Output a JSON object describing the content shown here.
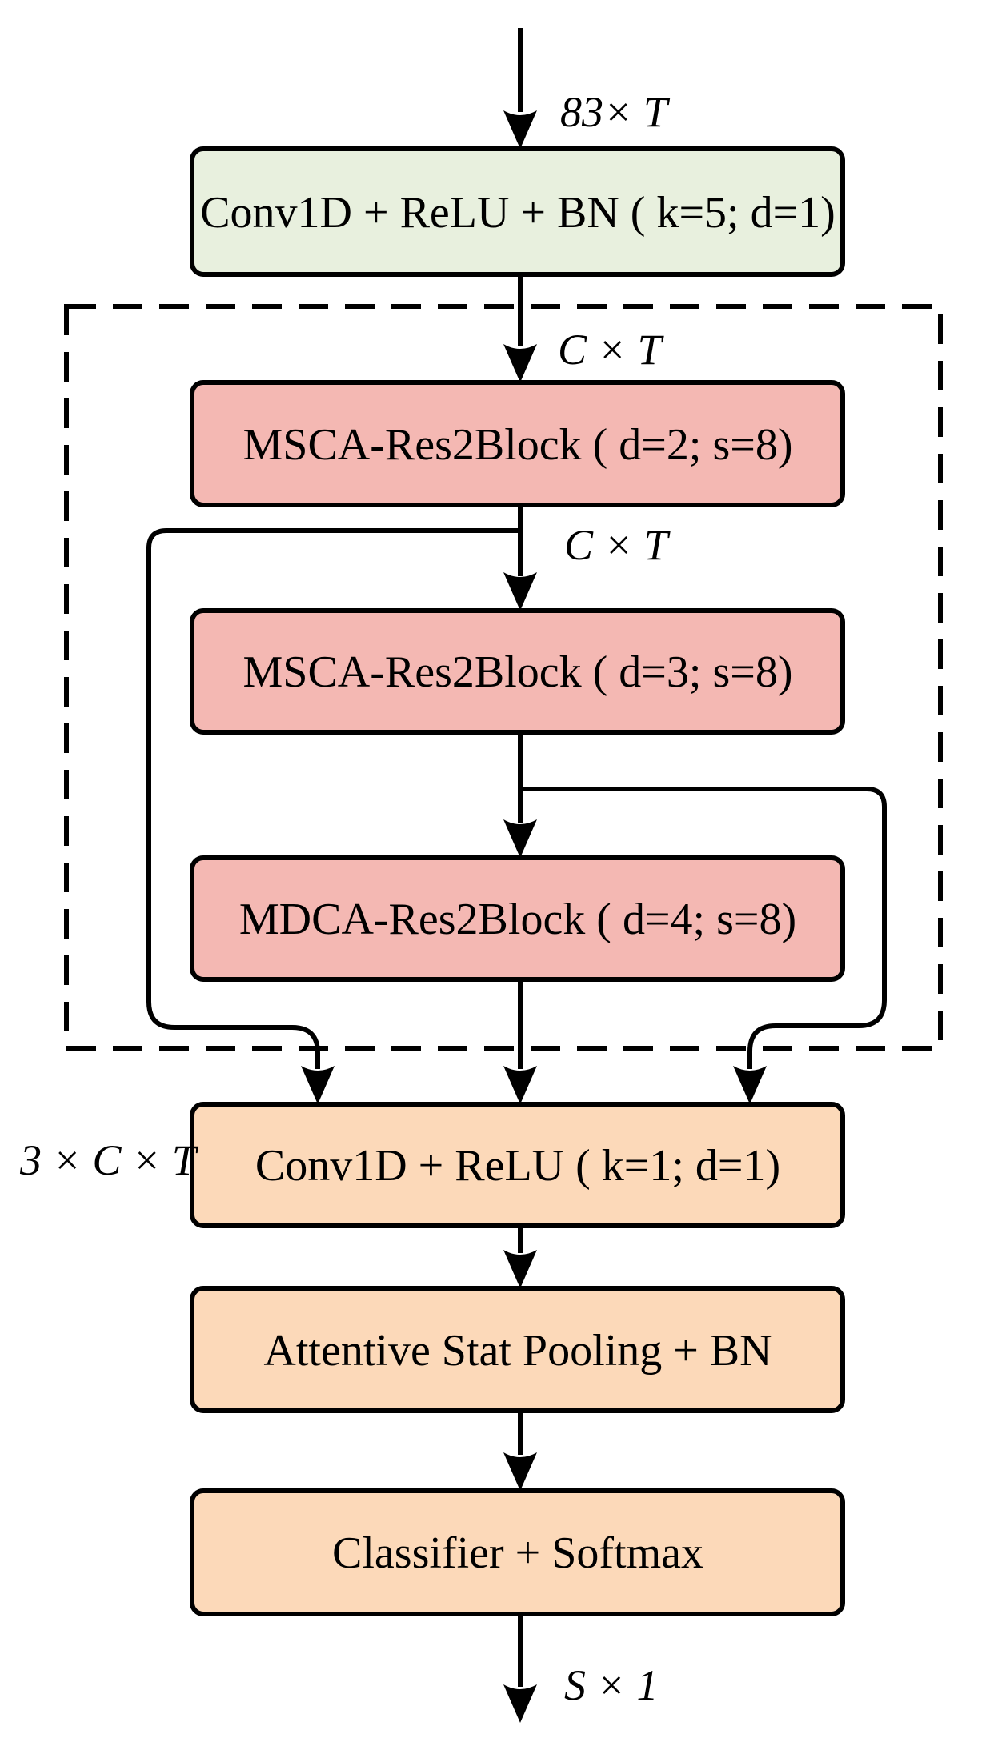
{
  "diagram": {
    "type": "flowchart",
    "background": "#ffffff",
    "line_color": "#000000",
    "blocks": [
      {
        "id": "conv-relu-bn",
        "label": "Conv1D + ReLU + BN ( k=5; d=1)",
        "fill": "#e8f0de"
      },
      {
        "id": "msca-res2block-1",
        "label": "MSCA-Res2Block ( d=2; s=8)",
        "fill": "#f4b8b3"
      },
      {
        "id": "msca-res2block-2",
        "label": "MSCA-Res2Block ( d=3; s=8)",
        "fill": "#f4b8b3"
      },
      {
        "id": "mdca-res2block",
        "label": "MDCA-Res2Block ( d=4; s=8)",
        "fill": "#f4b8b3"
      },
      {
        "id": "conv-relu",
        "label": "Conv1D + ReLU ( k=1; d=1)",
        "fill": "#fcd9b9"
      },
      {
        "id": "attentive-stat-pooling",
        "label": "Attentive Stat Pooling + BN",
        "fill": "#fcd9b9"
      },
      {
        "id": "classifier-softmax",
        "label": "Classifier + Softmax",
        "fill": "#fcd9b9"
      }
    ],
    "annotations": [
      {
        "id": "input-dims",
        "label": "83× T"
      },
      {
        "id": "cxt-1",
        "label": "C × T"
      },
      {
        "id": "cxt-2",
        "label": "C × T"
      },
      {
        "id": "concat-dims",
        "label": "3 × C × T"
      },
      {
        "id": "output-dims",
        "label": "S × 1"
      }
    ]
  }
}
